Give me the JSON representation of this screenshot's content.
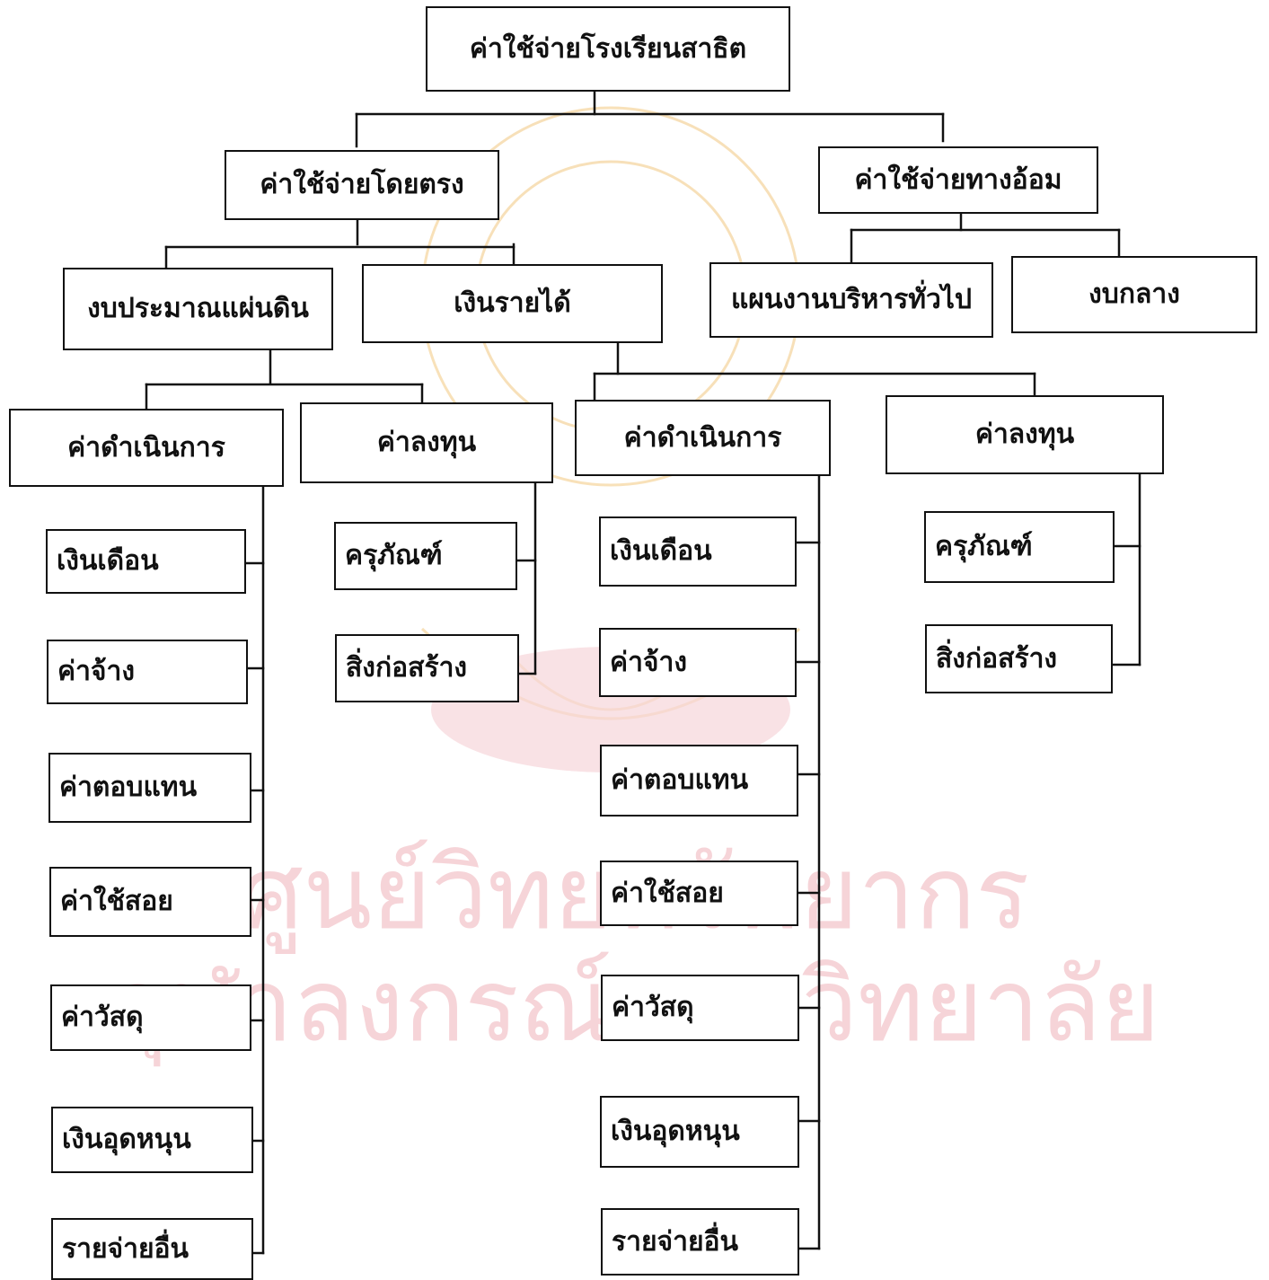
{
  "watermark": {
    "line1": "ศูนย์วิทยทรัพยากร",
    "line2": "จุฬาลงกรณ์มหาวิทยาลัย"
  },
  "nodes": {
    "root": "ค่าใช้จ่ายโรงเรียนสาธิต",
    "direct": "ค่าใช้จ่ายโดยตรง",
    "indirect": "ค่าใช้จ่ายทางอ้อม",
    "gov_budget": "งบประมาณแผ่นดิน",
    "revenue": "เงินรายได้",
    "admin_plan": "แผนงานบริหารทั่วไป",
    "central_budget": "งบกลาง",
    "gov_operating": "ค่าดำเนินการ",
    "gov_investment": "ค่าลงทุน",
    "rev_operating": "ค่าดำเนินการ",
    "rev_investment": "ค่าลงทุน",
    "gov_op_items": [
      "เงินเดือน",
      "ค่าจ้าง",
      "ค่าตอบแทน",
      "ค่าใช้สอย",
      "ค่าวัสดุ",
      "เงินอุดหนุน",
      "รายจ่ายอื่น"
    ],
    "gov_inv_items": [
      "ครุภัณฑ์",
      "สิ่งก่อสร้าง"
    ],
    "rev_op_items": [
      "เงินเดือน",
      "ค่าจ้าง",
      "ค่าตอบแทน",
      "ค่าใช้สอย",
      "ค่าวัสดุ",
      "เงินอุดหนุน",
      "รายจ่ายอื่น"
    ],
    "rev_inv_items": [
      "ครุภัณฑ์",
      "สิ่งก่อสร้าง"
    ]
  }
}
